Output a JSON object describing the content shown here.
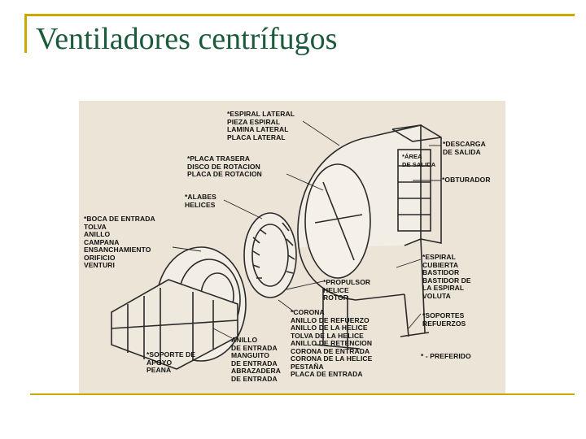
{
  "slide": {
    "title": "Ventiladores centrífugos"
  },
  "diagram": {
    "labels": {
      "espiral_lateral": "*ESPIRAL LATERAL\nPIEZA ESPIRAL\nLAMINA LATERAL\nPLACA LATERAL",
      "placa_trasera": "*PLACA TRASERA\nDISCO DE ROTACION\nPLACA DE ROTACION",
      "alabes": "*ALABES\nHELICES",
      "boca_entrada": "*BOCA DE ENTRADA\nTOLVA\nANILLO\nCAMPANA\nENSANCHAMIENTO\nORIFICIO\nVENTURI",
      "area_salida": "*ÁREA\nDE SALIDA",
      "descarga": "*DESCARGA\nDE SALIDA",
      "obturador": "*OBTURADOR",
      "espiral": "*ESPIRAL\nCUBIERTA\nBASTIDOR\nBASTIDOR DE\nLA ESPIRAL\nVOLUTA",
      "propulsor": "*PROPULSOR\nHELICE\nROTOR",
      "soportes": "*SOPORTES\nREFUERZOS",
      "corona": "*CORONA\nANILLO DE REFUERZO\nANILLO DE LA HELICE\nTOLVA DE LA HELICE\nANILLO DE RETENCION\nCORONA DE ENTRADA\nCORONA DE LA HELICE\nPESTAÑA\nPLACA DE ENTRADA",
      "anillo_entrada": "ANILLO\nDE ENTRADA\nMANGUITO\nDE ENTRADA\nABRAZADERA\nDE ENTRADA",
      "soporte_apoyo": "*SOPORTE DE\nAPOYO\nPEANA",
      "preferido": "* - PREFERIDO"
    }
  }
}
